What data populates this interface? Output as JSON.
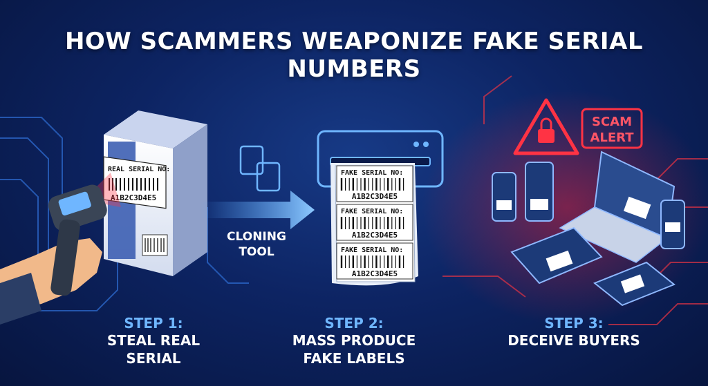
{
  "title": "HOW SCAMMERS WEAPONIZE FAKE SERIAL NUMBERS",
  "steps": [
    {
      "number": "STEP 1:",
      "lines": [
        "STEAL REAL SERIAL"
      ]
    },
    {
      "number": "STEP 2:",
      "lines": [
        "MASS PRODUCE",
        "FAKE LABELS"
      ]
    },
    {
      "number": "STEP 3:",
      "lines": [
        "DECEIVE BUYERS"
      ]
    }
  ],
  "cloning_tool": [
    "CLONING",
    "TOOL"
  ],
  "real_label": {
    "heading": "REAL SERIAL NO:",
    "code": "A1B2C3D4E5"
  },
  "fake_labels": [
    {
      "heading": "FAKE SERIAL NO:",
      "code": "A1B2C3D4E5"
    },
    {
      "heading": "FAKE SERIAL NO:",
      "code": "A1B2C3D4E5"
    },
    {
      "heading": "FAKE SERIAL NO:",
      "code": "A1B2C3D4E5"
    }
  ],
  "scam_alert": [
    "SCAM",
    "ALERT"
  ],
  "icons": {
    "scanner": "barcode-scanner-icon",
    "box": "product-box-icon",
    "copy": "copy-documents-icon",
    "printer": "label-printer-icon",
    "warning": "warning-lock-icon"
  },
  "colors": {
    "background": "#0d2463",
    "accent_blue": "#6fb6ff",
    "alert_red": "#ff3344",
    "title_text": "#ffffff"
  }
}
